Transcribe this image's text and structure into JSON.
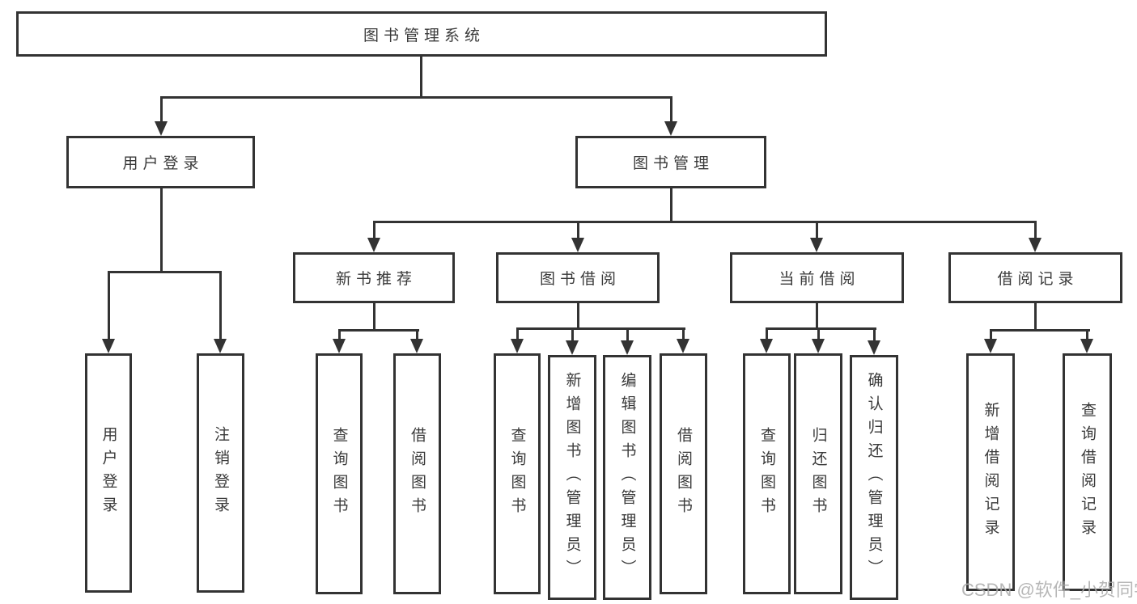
{
  "diagram": {
    "root": {
      "label": "图书管理系统"
    },
    "level2": [
      {
        "label": "用户登录"
      },
      {
        "label": "图书管理"
      }
    ],
    "level3": [
      {
        "label": "新书推荐"
      },
      {
        "label": "图书借阅"
      },
      {
        "label": "当前借阅"
      },
      {
        "label": "借阅记录"
      }
    ],
    "leaves": {
      "user_login": [
        "用户登录",
        "注销登录"
      ],
      "new_book": [
        "查询图书",
        "借阅图书"
      ],
      "borrow": [
        "查询图书",
        "新增图书（管理员）",
        "编辑图书（管理员）",
        "借阅图书"
      ],
      "current": [
        "查询图书",
        "归还图书",
        "确认归还（管理员）"
      ],
      "records": [
        "新增借阅记录",
        "查询借阅记录"
      ]
    }
  },
  "watermark": {
    "text": "CSDN @软件_小贺同学"
  },
  "colors": {
    "line": "#333333",
    "text": "#3a3a3a",
    "background": "#ffffff",
    "watermark": "#ababab"
  }
}
